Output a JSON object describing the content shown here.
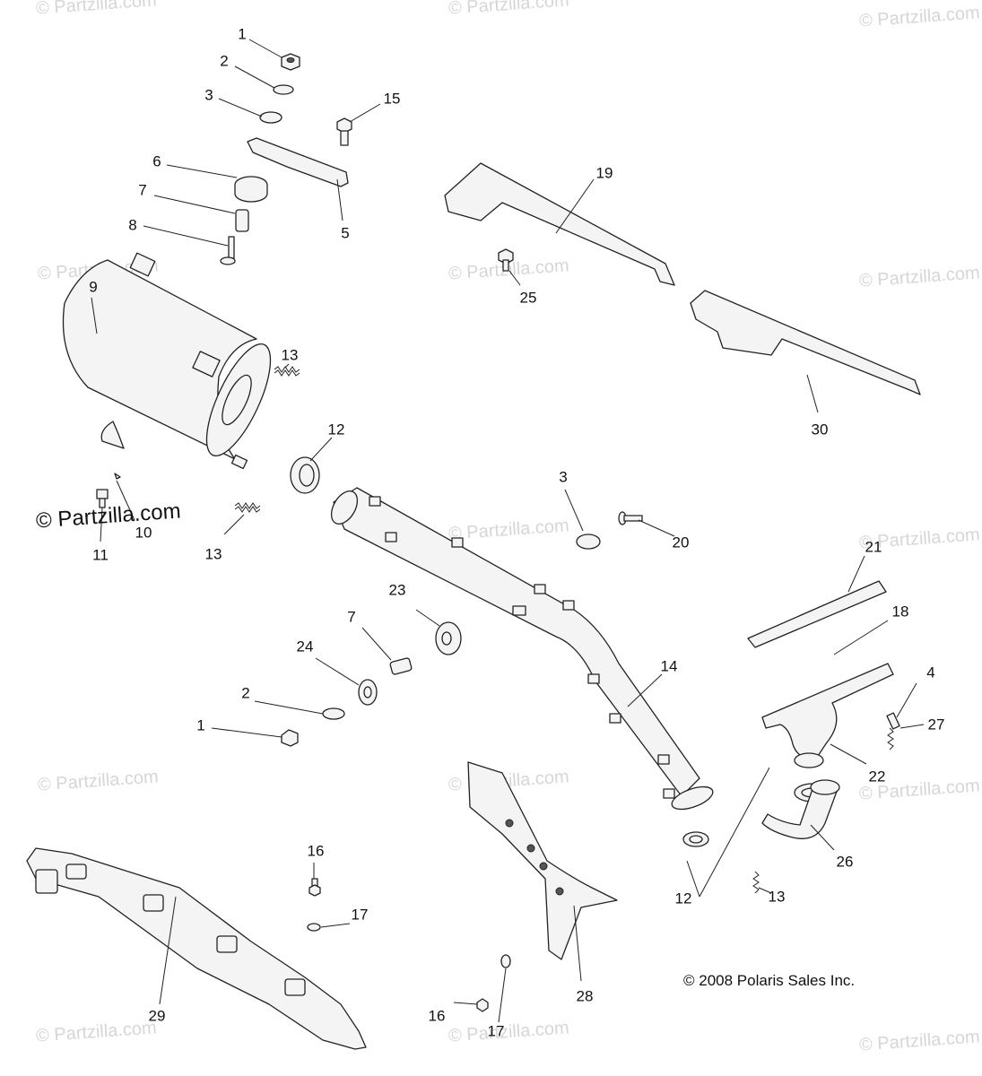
{
  "diagram": {
    "watermark": "© Partzilla.com",
    "copyright": "© 2008 Polaris Sales Inc.",
    "callouts": {
      "c1a": "1",
      "c2a": "2",
      "c3a": "3",
      "c15": "15",
      "c6": "6",
      "c7a": "7",
      "c8": "8",
      "c5": "5",
      "c19": "19",
      "c25": "25",
      "c9": "9",
      "c13a": "13",
      "c12a": "12",
      "c30": "30",
      "c10": "10",
      "c11": "11",
      "c13b": "13",
      "c3b": "3",
      "c20": "20",
      "c21": "21",
      "c23": "23",
      "c7b": "7",
      "c24": "24",
      "c18": "18",
      "c4": "4",
      "c2b": "2",
      "c14": "14",
      "c1b": "1",
      "c27": "27",
      "c22": "22",
      "c16a": "16",
      "c17a": "17",
      "c26": "26",
      "c12b": "12",
      "c13c": "13",
      "c29": "29",
      "c28": "28",
      "c16b": "16",
      "c17b": "17"
    }
  }
}
